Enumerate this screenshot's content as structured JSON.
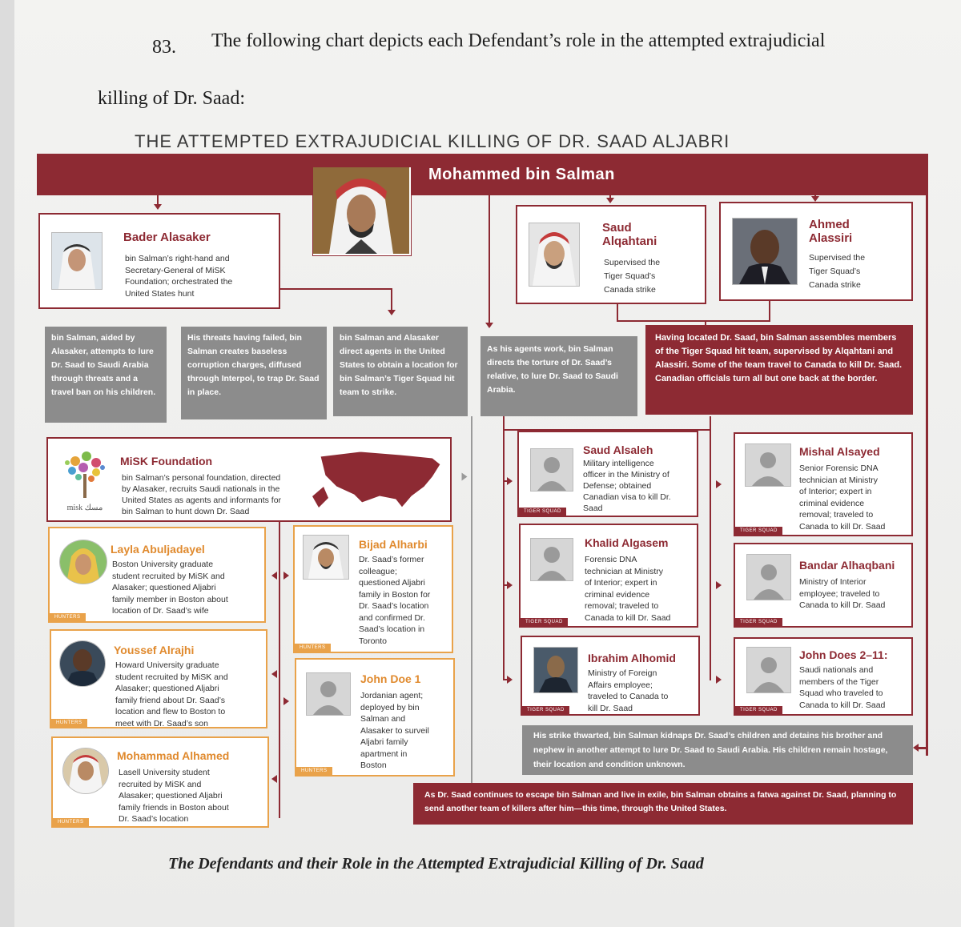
{
  "paragraph": {
    "number": "83.",
    "line1": "The following chart depicts each Defendant’s role in the attempted extrajudicial",
    "line2": "killing of Dr. Saad:"
  },
  "chart_title": "THE ATTEMPTED EXTRAJUDICIAL KILLING OF DR. SAAD ALJABRI",
  "caption": "The Defendants and their Role in the Attempted Extrajudicial Killing of Dr. Saad",
  "top": {
    "name": "Mohammed bin Salman"
  },
  "leaders": [
    {
      "name": "Bader Alasaker",
      "desc": [
        "bin Salman’s right-hand and",
        "Secretary-General of MiSK",
        "Foundation; orchestrated the",
        "United States hunt"
      ]
    },
    {
      "name1": "Saud",
      "name2": "Alqahtani",
      "desc": [
        "Supervised the",
        "Tiger Squad’s",
        "Canada strike"
      ]
    },
    {
      "name1": "Ahmed",
      "name2": "Alassiri",
      "desc": [
        "Supervised the",
        "Tiger Squad’s",
        "Canada strike"
      ]
    }
  ],
  "steps": [
    "bin Salman, aided by Alasaker, attempts to lure Dr. Saad to Saudi Arabia through threats and a travel ban on his children.",
    "His threats having failed, bin Salman creates baseless corruption charges, diffused through Interpol, to trap Dr. Saad in place.",
    "bin Salman and Alasaker direct agents in the United States to obtain a location for bin Salman’s Tiger Squad hit team to strike.",
    "As his agents work, bin Salman directs the torture of Dr. Saad’s relative, to lure Dr. Saad to Saudi Arabia.",
    "Having located Dr. Saad, bin Salman assembles members of the Tiger Squad hit team, supervised by Alqahtani and Alassiri. Some of the team travel to Canada to kill Dr. Saad. Canadian officials turn all but one back at the border."
  ],
  "misk": {
    "name": "MiSK Foundation",
    "logo": "misk مسك",
    "desc": [
      "bin Salman’s personal foundation, directed",
      "by Alasaker, recruits Saudi nationals in the",
      "United States as agents and informants for",
      "bin Salman to hunt down Dr. Saad"
    ]
  },
  "hunters": [
    {
      "name": "Layla Abuljadayel",
      "desc": [
        "Boston University graduate",
        "student recruited by MiSK and",
        "Alasaker; questioned Aljabri",
        "family member in Boston about",
        "location of Dr. Saad’s wife"
      ],
      "tag": "HUNTERS"
    },
    {
      "name": "Youssef Alrajhi",
      "desc": [
        "Howard University graduate",
        "student recruited by MiSK and",
        "Alasaker; questioned Aljabri",
        "family friend about Dr. Saad’s",
        "location and flew to Boston to",
        "meet with Dr. Saad’s son"
      ],
      "tag": "HUNTERS"
    },
    {
      "name": "Mohammad Alhamed",
      "desc": [
        "Lasell University student",
        "recruited by MiSK and",
        "Alasaker; questioned Aljabri",
        "family friends in Boston about",
        "Dr. Saad’s location"
      ],
      "tag": "HUNTERS"
    },
    {
      "name": "Bijad Alharbi",
      "desc": [
        "Dr. Saad’s former",
        "colleague;",
        "questioned Aljabri",
        "family in Boston for",
        "Dr. Saad’s location",
        "and confirmed Dr.",
        "Saad’s location in",
        "Toronto"
      ],
      "tag": "HUNTERS"
    },
    {
      "name": "John Doe 1",
      "desc": [
        "Jordanian agent;",
        "deployed by bin",
        "Salman and",
        "Alasaker to surveil",
        "Aljabri family",
        "apartment in",
        "Boston"
      ],
      "tag": "HUNTERS"
    }
  ],
  "tiger": [
    {
      "name": "Saud Alsaleh",
      "desc": [
        "Military intelligence",
        "officer in the Ministry of",
        "Defense; obtained",
        "Canadian visa to kill Dr.",
        "Saad"
      ],
      "tag": "TIGER SQUAD"
    },
    {
      "name": "Khalid Algasem",
      "desc": [
        "Forensic DNA",
        "technician at Ministry",
        "of Interior; expert in",
        "criminal evidence",
        "removal; traveled to",
        "Canada to kill Dr. Saad"
      ],
      "tag": "TIGER SQUAD"
    },
    {
      "name": "Ibrahim Alhomid",
      "desc": [
        "Ministry of Foreign",
        "Affairs employee;",
        "traveled to Canada to",
        "kill Dr. Saad"
      ],
      "tag": "TIGER SQUAD"
    },
    {
      "name": "Mishal Alsayed",
      "desc": [
        "Senior Forensic DNA",
        "technician at Ministry",
        "of Interior; expert in",
        "criminal evidence",
        "removal; traveled to",
        "Canada to kill Dr. Saad"
      ],
      "tag": "TIGER SQUAD"
    },
    {
      "name": "Bandar Alhaqbani",
      "desc": [
        "Ministry of Interior",
        "employee; traveled to",
        "Canada to kill Dr. Saad"
      ],
      "tag": "TIGER SQUAD"
    },
    {
      "name": "John Does 2–11:",
      "desc": [
        "Saudi nationals and",
        "members of the Tiger",
        "Squad who traveled to",
        "Canada to kill Dr. Saad"
      ],
      "tag": "TIGER SQUAD"
    }
  ],
  "outcomes": [
    "His strike thwarted, bin Salman kidnaps Dr. Saad’s children and detains his brother and nephew in another attempt to lure Dr. Saad to Saudi Arabia. His children remain hostage, their location and condition unknown.",
    "As Dr. Saad continues to escape bin Salman and live in exile, bin Salman obtains a fatwa against Dr. Saad, planning to send another team of killers after him—this time, through the United States."
  ],
  "colors": {
    "maroon": "#8d2a33",
    "gray": "#8c8c8c",
    "orange": "#e9a24a"
  }
}
